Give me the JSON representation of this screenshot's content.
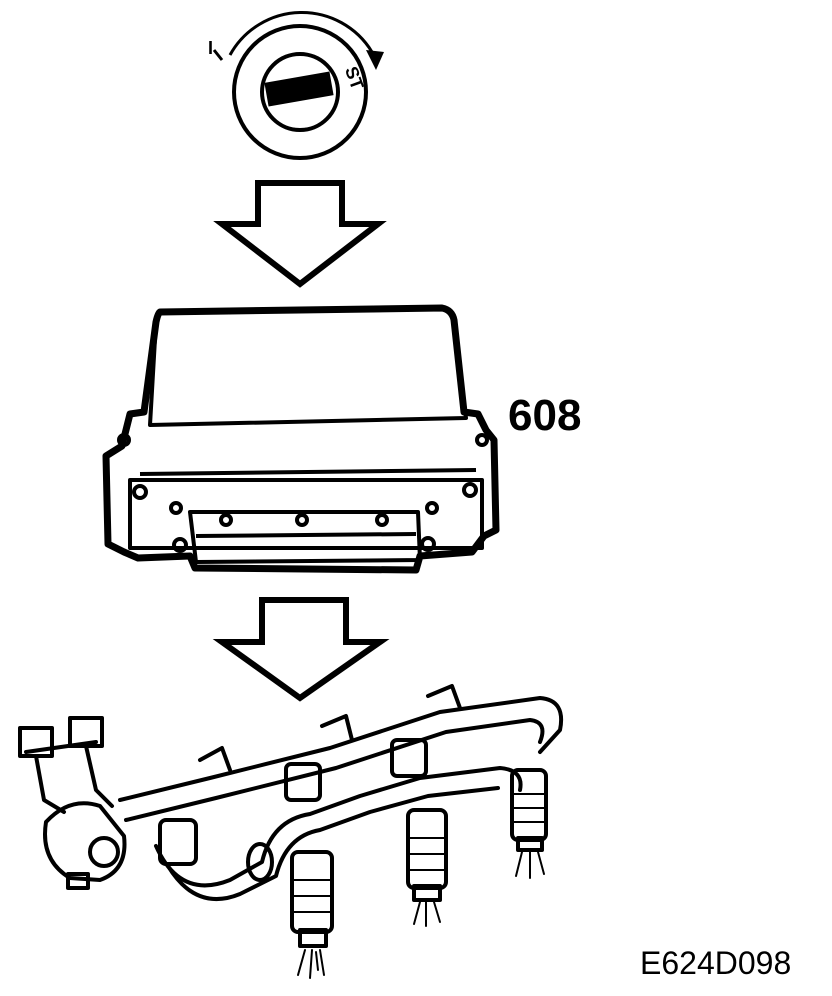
{
  "ignition_switch": {
    "mark_i": "I",
    "mark_st": "ST"
  },
  "ecu": {
    "label": "608"
  },
  "figure_code": "E624D098",
  "colors": {
    "line": "#000000",
    "background": "#ffffff"
  }
}
